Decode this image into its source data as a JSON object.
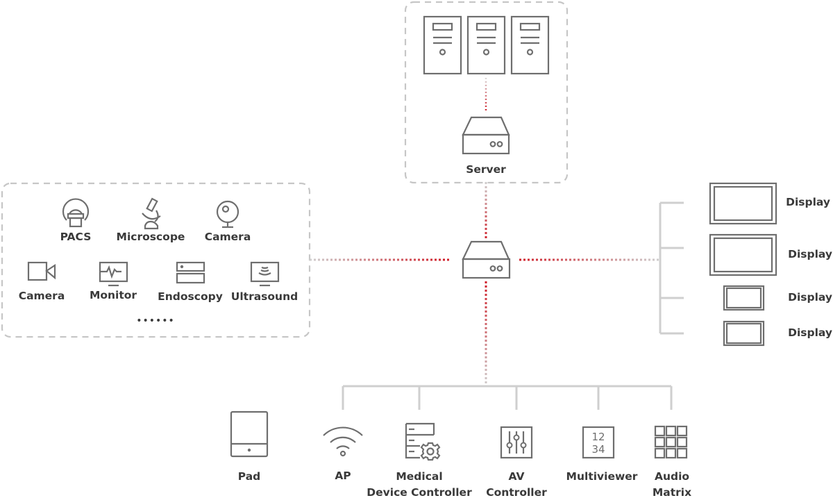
{
  "colors": {
    "accent": "#d0202b",
    "wire": "#cfcfcf",
    "icon": "#6e6e6e",
    "group_border": "#c6c6c6",
    "label": "#3a3a3a"
  },
  "server_group": {
    "label": "Server",
    "storage_units": 3
  },
  "hub": {
    "icon": "switch-icon"
  },
  "sources_group": {
    "row1": [
      {
        "label": "PACS",
        "icon": "mri-scanner-icon"
      },
      {
        "label": "Microscope",
        "icon": "microscope-icon"
      },
      {
        "label": "Camera",
        "icon": "webcam-icon"
      }
    ],
    "row2": [
      {
        "label": "Camera",
        "icon": "video-camera-icon"
      },
      {
        "label": "Monitor",
        "icon": "patient-monitor-icon"
      },
      {
        "label": "Endoscopy",
        "icon": "endoscopy-unit-icon"
      },
      {
        "label": "Ultrasound",
        "icon": "ultrasound-icon"
      }
    ],
    "more": "••••••"
  },
  "displays": [
    {
      "label": "Display",
      "icon": "display-icon"
    },
    {
      "label": "Display",
      "icon": "display-icon"
    },
    {
      "label": "Display",
      "icon": "display-icon"
    },
    {
      "label": "Display",
      "icon": "display-icon"
    }
  ],
  "endpoints": [
    {
      "label": "Pad",
      "icon": "tablet-icon"
    },
    {
      "label": "AP",
      "icon": "wifi-icon"
    },
    {
      "label_lines": [
        "Medical",
        "Device Controller"
      ],
      "icon": "device-controller-icon"
    },
    {
      "label_lines": [
        "AV",
        "Controller"
      ],
      "icon": "av-mixer-icon"
    },
    {
      "label": "Multiviewer",
      "icon": "multiviewer-icon",
      "icon_text": [
        "12",
        "34"
      ]
    },
    {
      "label_lines": [
        "Audio",
        "Matrix"
      ],
      "icon": "audio-matrix-icon"
    }
  ]
}
